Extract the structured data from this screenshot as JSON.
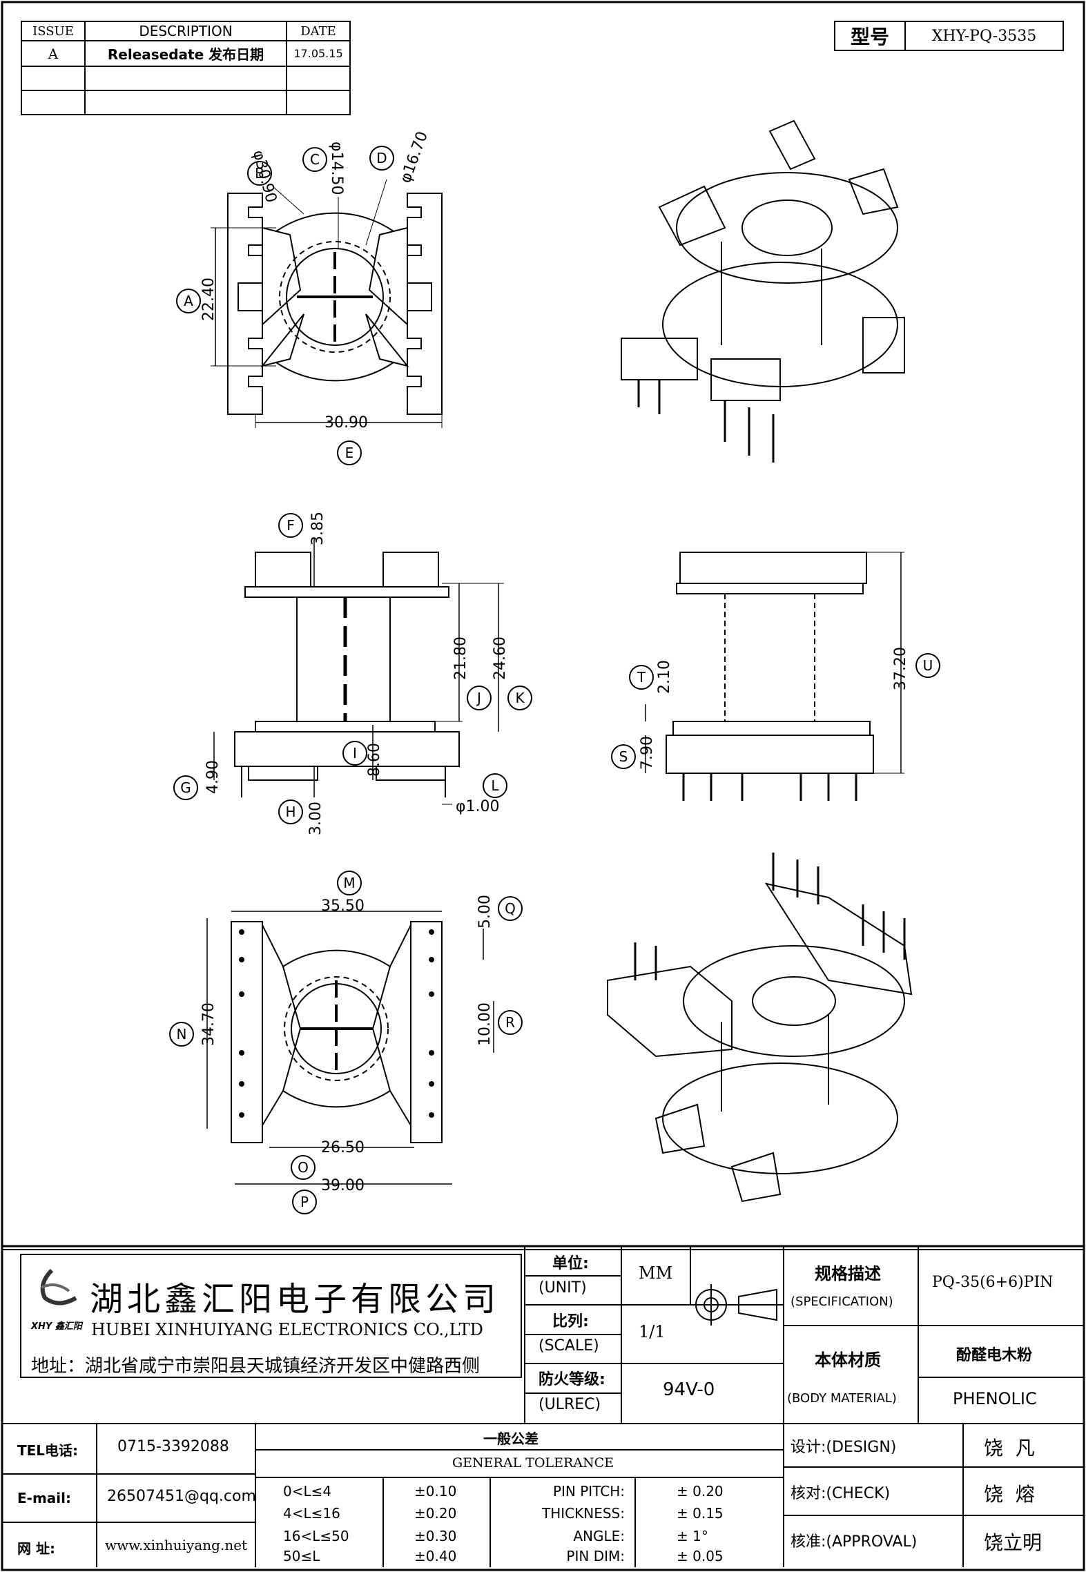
{
  "revision_table": {
    "headers": {
      "issue": "ISSUE",
      "description": "DESCRIPTION",
      "date": "DATE"
    },
    "rows": [
      {
        "issue": "A",
        "description": "Releasedate 发布日期",
        "date": "17.05.15"
      },
      {
        "issue": "",
        "description": "",
        "date": ""
      },
      {
        "issue": "",
        "description": "",
        "date": ""
      }
    ]
  },
  "model_box": {
    "label": "型号",
    "value": "XHY-PQ-3535"
  },
  "top_view": {
    "dims": {
      "B": "φ30.90",
      "C": "φ14.50",
      "D": "φ16.70",
      "A": "22.40",
      "E": "30.90"
    },
    "letters": [
      "B",
      "C",
      "D",
      "A",
      "E"
    ]
  },
  "side_view": {
    "dims": {
      "F": "3.85",
      "J": "21.80",
      "K": "24.60",
      "I": "8.60",
      "G": "4.90",
      "H": "3.00",
      "L": "φ1.00"
    },
    "letters": [
      "F",
      "J",
      "K",
      "I",
      "G",
      "H",
      "L"
    ]
  },
  "front_view": {
    "dims": {
      "T": "2.10",
      "S": "7.90",
      "U": "37.20"
    },
    "letters": [
      "T",
      "S",
      "U"
    ]
  },
  "bottom_view": {
    "dims": {
      "M": "35.50",
      "Q": "5.00",
      "R": "10.00",
      "N": "34.70",
      "O": "26.50",
      "P": "39.00"
    },
    "letters": [
      "M",
      "Q",
      "R",
      "N",
      "O",
      "P"
    ]
  },
  "company": {
    "name_cn": "湖北鑫汇阳电子有限公司",
    "name_en": "HUBEI XINHUIYANG ELECTRONICS CO.,LTD",
    "address": "地址：湖北省咸宁市崇阳县天城镇经济开发区中健路西侧",
    "logo_text": "XHY 鑫汇阳"
  },
  "title_block": {
    "unit_label_cn": "单位:",
    "unit_label_en": "(UNIT)",
    "unit_value": "MM",
    "scale_label_cn": "比列:",
    "scale_label_en": "(SCALE)",
    "scale_value": "1/1",
    "fire_label_cn": "防火等级:",
    "fire_label_en": "(ULREC)",
    "fire_value": "94V-0",
    "spec_label_cn": "规格描述",
    "spec_label_en": "(SPECIFICATION)",
    "spec_value": "PQ-35(6+6)PIN",
    "material_label_cn": "本体材质",
    "material_label_en": "(BODY MATERIAL)",
    "material_value_cn": "酚醛电木粉",
    "material_value_en": "PHENOLIC"
  },
  "contact": {
    "tel_label": "TEL电话:",
    "tel": "0715-3392088",
    "email_label": "E-mail:",
    "email": "26507451@qq.com",
    "web_label": "网  址:",
    "web": "www.xinhuiyang.net"
  },
  "tolerance": {
    "title_cn": "一般公差",
    "title_en": "GENERAL TOLERANCE",
    "ranges": [
      {
        "range": "0<L≤4",
        "tol": "±0.10"
      },
      {
        "range": "4<L≤16",
        "tol": "±0.20"
      },
      {
        "range": "16<L≤50",
        "tol": "±0.30"
      },
      {
        "range": "50≤L",
        "tol": "±0.40"
      }
    ],
    "others": [
      {
        "label": "PIN PITCH:",
        "tol": "± 0.20"
      },
      {
        "label": "THICKNESS:",
        "tol": "± 0.15"
      },
      {
        "label": "ANGLE:",
        "tol": "± 1°"
      },
      {
        "label": "PIN DIM:",
        "tol": "± 0.05"
      }
    ]
  },
  "approvals": [
    {
      "label": "设计:(DESIGN)",
      "name": "饶  凡"
    },
    {
      "label": "核对:(CHECK)",
      "name": "饶  熔"
    },
    {
      "label": "核准:(APPROVAL)",
      "name": "饶立明"
    }
  ]
}
